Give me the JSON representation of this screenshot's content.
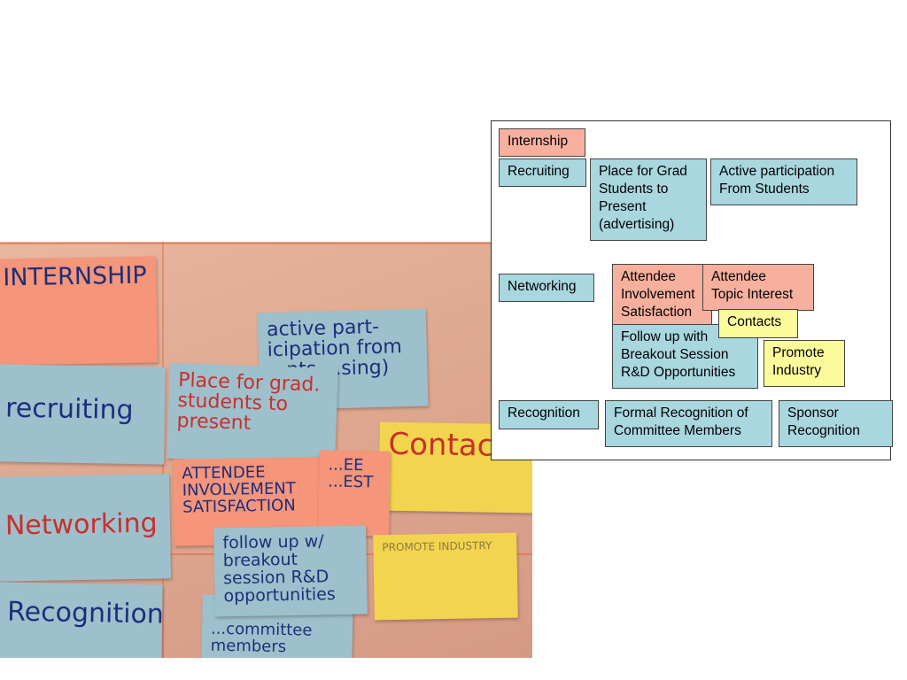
{
  "photo": {
    "notes": {
      "internship": "INTERNSHIP",
      "recruiting": "recruiting",
      "networking": "Networking",
      "recognition": "Recognition",
      "place_for_grad": "Place for grad. students to present",
      "active_participation": "active part- icipation from ...nts ...sing)",
      "attendee": "ATTENDEE INVOLVEMENT SATISFACTION",
      "attendee_right": "...EE ...EST",
      "contacts": "Contac",
      "follow_up": "follow up w/ breakout session R&D opportunities",
      "promote": "PROMOTE INDUSTRY",
      "committee": "...committee members"
    }
  },
  "diagram": {
    "boxes": {
      "internship": "Internship",
      "recruiting": "Recruiting",
      "place_for_grad": "Place for Grad\nStudents to\nPresent\n(advertising)",
      "active_participation": "Active participation\nFrom Students",
      "networking": "Networking",
      "attendee_involvement": "Attendee\nInvolvement\nSatisfaction",
      "attendee_topic": "Attendee\nTopic Interest",
      "contacts": "Contacts",
      "follow_up": "Follow up with\nBreakout Session\nR&D Opportunities",
      "promote_industry": "Promote\nIndustry",
      "recognition": "Recognition",
      "formal_recognition": "Formal Recognition of\nCommittee Members",
      "sponsor_recognition": "Sponsor\nRecognition"
    }
  }
}
